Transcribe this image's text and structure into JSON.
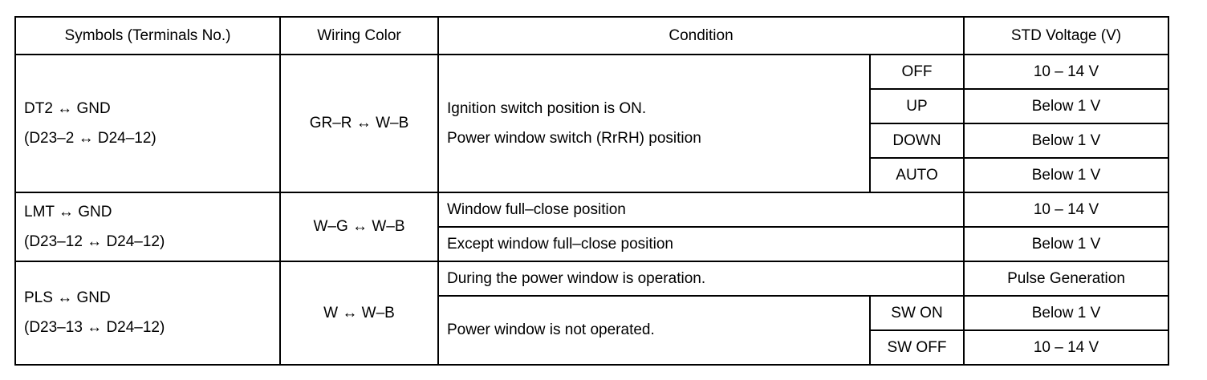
{
  "table": {
    "headers": {
      "symbols": "Symbols (Terminals No.)",
      "wiring_color": "Wiring Color",
      "condition": "Condition",
      "std_voltage": "STD Voltage (V)"
    },
    "rows": [
      {
        "symbol_line1": "DT2 ↔ GND",
        "symbol_line2": "(D23–2 ↔ D24–12)",
        "wiring_color": "GR–R ↔ W–B",
        "condition_line1": "Ignition switch position is ON.",
        "condition_line2": "Power window switch (RrRH) position",
        "sub_conditions": [
          {
            "label": "OFF",
            "voltage": "10 – 14 V"
          },
          {
            "label": "UP",
            "voltage": "Below 1 V"
          },
          {
            "label": "DOWN",
            "voltage": "Below 1 V"
          },
          {
            "label": "AUTO",
            "voltage": "Below 1 V"
          }
        ]
      },
      {
        "symbol_line1": "LMT ↔ GND",
        "symbol_line2": "(D23–12 ↔ D24–12)",
        "wiring_color": "W–G ↔ W–B",
        "conditions": [
          {
            "text": "Window full–close position",
            "voltage": "10 – 14 V"
          },
          {
            "text": "Except window full–close position",
            "voltage": "Below 1 V"
          }
        ]
      },
      {
        "symbol_line1": "PLS ↔ GND",
        "symbol_line2": "(D23–13 ↔ D24–12)",
        "wiring_color": "W ↔ W–B",
        "condition_a": "During the power window is operation.",
        "condition_a_voltage": "Pulse Generation",
        "condition_b": "Power window is not operated.",
        "condition_b_subs": [
          {
            "label": "SW ON",
            "voltage": "Below 1 V"
          },
          {
            "label": "SW OFF",
            "voltage": "10 – 14 V"
          }
        ]
      }
    ]
  }
}
